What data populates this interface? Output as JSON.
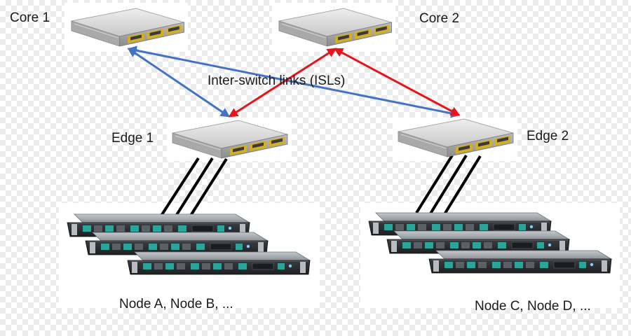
{
  "labels": {
    "core1": "Core 1",
    "core2": "Core 2",
    "isl": "Inter-switch links (ISLs)",
    "edge1": "Edge 1",
    "edge2": "Edge 2",
    "nodes_left": "Node A, Node B, ...",
    "nodes_right": "Node C, Node D, ..."
  },
  "colors": {
    "core1_links": "#4472c4",
    "core2_links": "#e8141c",
    "node_uplinks": "#000000",
    "switch_body": "#d9d9d9",
    "switch_port_accent": "#d4b020",
    "server_body": "#2b2d31",
    "server_accent": "#2aa59a"
  },
  "icons": {
    "core_switch": "network-switch-icon",
    "edge_switch": "network-switch-icon",
    "server": "rack-server-icon"
  }
}
